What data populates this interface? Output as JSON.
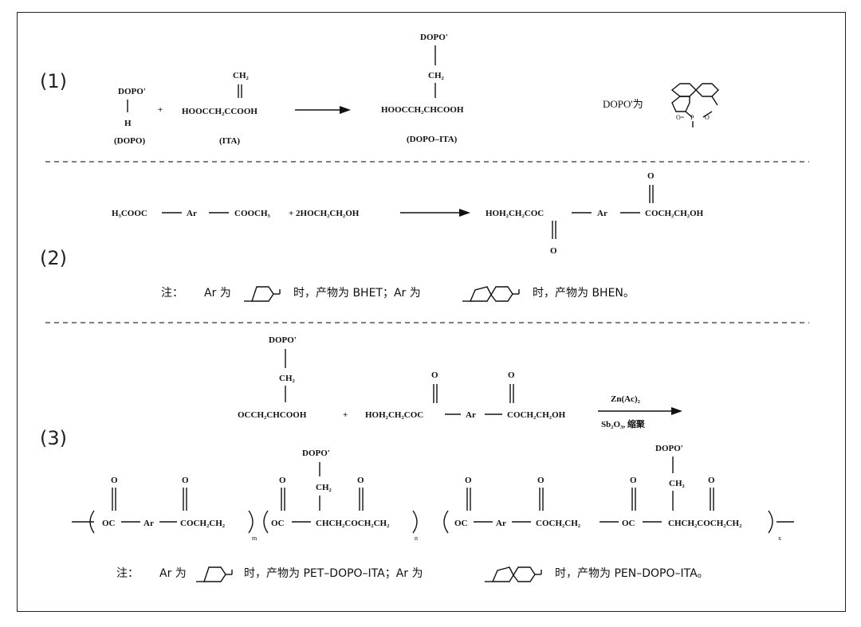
{
  "section_labels": [
    "(1)",
    "(2)",
    "(3)"
  ],
  "reaction1": {
    "dopo_top": "DOPO'",
    "dopo_h": "H",
    "dopo_name": "(DOPO)",
    "plus": "+",
    "ita_ch2": "CH₂",
    "ita_formula": "HOOCCH₂CCOOH",
    "ita_name": "(ITA)",
    "prod_dopo": "DOPO'",
    "prod_ch2": "CH₂",
    "prod_formula": "HOOCCH₂CHCOOH",
    "prod_name": "(DOPO–ITA)",
    "dopo_def": "DOPO'为"
  },
  "reaction2": {
    "reactant1": "H₃COOC",
    "ar1": "Ar",
    "reactant1_end": "COOCH₃",
    "plus_reactant2": "+ 2HOCH₂CH₂OH",
    "prod_left": "HOH₂CH₂COC",
    "ar2": "Ar",
    "prod_right": "COCH₂CH₂OH",
    "oxygen_top": "O",
    "oxygen_bottom": "O",
    "note_prefix": "注：",
    "note_ar1": "Ar 为",
    "note_mid": "时，产物为 BHET；Ar 为",
    "note_end": "时，产物为 BHEN。"
  },
  "reaction3": {
    "dopo": "DOPO'",
    "ch2": "CH₂",
    "reactant1": "OCCH₂CHCOOH",
    "plus": "+",
    "reactant2_left": "HOH₂CH₂COC",
    "ar": "Ar",
    "reactant2_right": "COCH₂CH₂OH",
    "o_left": "O",
    "o_right": "O",
    "catalyst_top": "Zn(Ac)₂",
    "catalyst_bottom": "Sb₂O₃, 缩聚",
    "poly_oc1": "OC",
    "poly_ar1": "Ar",
    "poly_coch2ch2_1": "COCH₂CH₂",
    "poly_m": "m",
    "poly_oc2": "OC",
    "poly_chch2_1": "CHCH₂COCH₂CH₂",
    "poly_n": "n",
    "poly_oc3": "OC",
    "poly_ar2": "Ar",
    "poly_coch2ch2_2": "COCH₂CH₂",
    "poly_oc4": "OC",
    "poly_chch2_2": "CHCH₂COCH₂CH₂",
    "poly_x": "x",
    "poly_dopo1": "DOPO'",
    "poly_ch2_1": "CH₂",
    "poly_dopo2": "DOPO'",
    "poly_ch2_2": "CH₂",
    "poly_o": "O",
    "poly_o_open": "O",
    "note_prefix": "注：",
    "note_ar1": "Ar 为",
    "note_mid": "时，产物为 PET–DOPO–ITA；Ar 为",
    "note_end": "时，产物为 PEN–DOPO–ITA。"
  }
}
